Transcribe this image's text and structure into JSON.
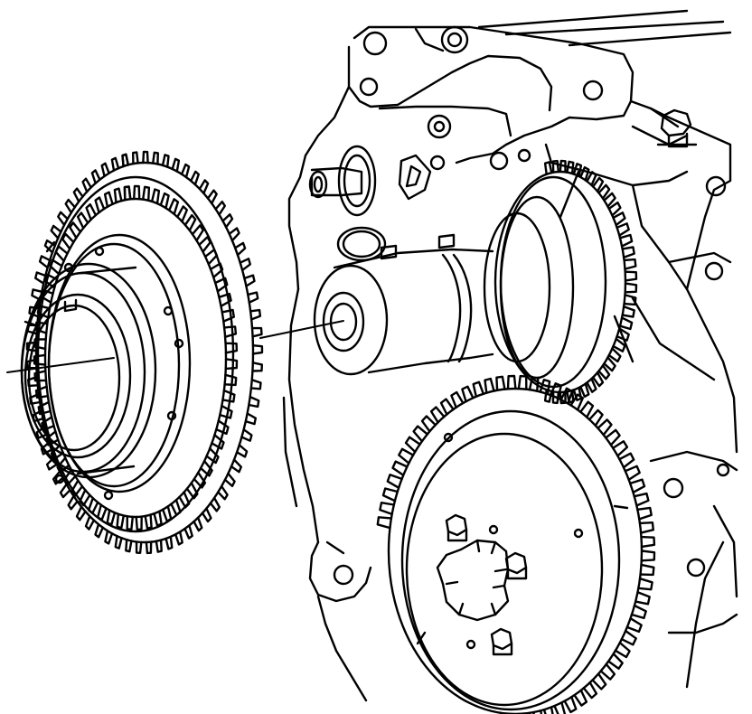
{
  "diagram": {
    "style": "black line-art technical illustration",
    "background_color": "#ffffff",
    "line_color": "#000000",
    "parts": [
      "engine-block-housing",
      "camshaft-front-journal",
      "removed-camshaft-sprocket-with-reluctor-ring",
      "upper-helical-gear",
      "lower-idler-gear-with-bolts",
      "alignment-leader-line"
    ]
  }
}
